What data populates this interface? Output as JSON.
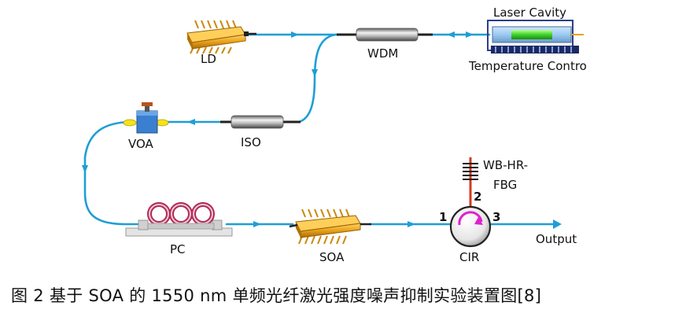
{
  "labels": {
    "ld": "LD",
    "wdm": "WDM",
    "laser_cavity": "Laser Cavity",
    "temperature_control": "Temperature Contro",
    "voa": "VOA",
    "iso": "ISO",
    "pc": "PC",
    "soa": "SOA",
    "cir": "CIR",
    "fbg_line1": "WB-HR-",
    "fbg_line2": "FBG",
    "port1": "1",
    "port2": "2",
    "port3": "3",
    "output": "Output"
  },
  "caption": "图 2  基于 SOA  的 1550 nm  单频光纤激光强度噪声抑制实验装置图[8]",
  "colors": {
    "fiber": "#1e9ed6",
    "chip_gold": "#e8a21a",
    "chip_gold_dark": "#b9770b",
    "fbg_red": "#d43a1a",
    "circulator_arrow": "#e020d0",
    "device_gray": "#9a9a9a"
  },
  "icons": [
    "laser-diode-icon",
    "wdm-coupler-icon",
    "laser-cavity-icon",
    "temperature-controller-icon",
    "voa-icon",
    "isolator-icon",
    "polarization-controller-icon",
    "soa-chip-icon",
    "circulator-icon",
    "fbg-icon"
  ]
}
